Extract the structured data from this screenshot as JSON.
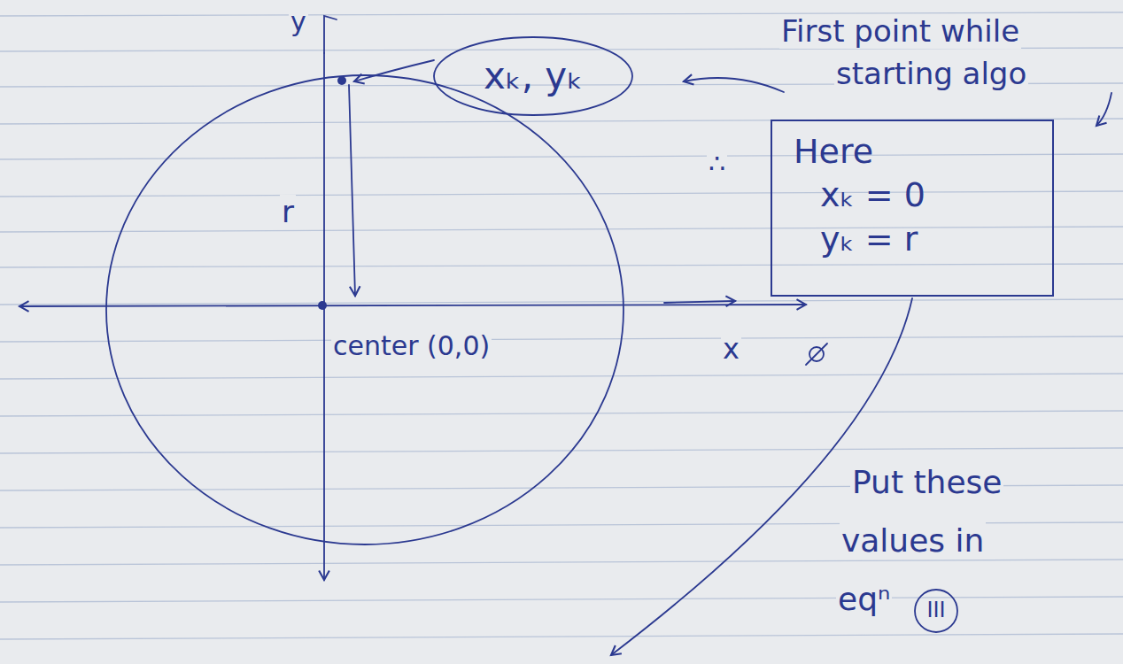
{
  "diagram": {
    "nodes": [
      {
        "text": [
          "xₖ, yₖ"
        ]
      },
      {
        "text": [
          "Here",
          "xₖ = 0",
          "yₖ = r"
        ]
      }
    ],
    "labels": [
      "y",
      "First point while",
      "starting algo",
      "r",
      "center (0,0)",
      "x",
      "∴",
      "Put these",
      "values in",
      "eqⁿ",
      "III"
    ]
  }
}
